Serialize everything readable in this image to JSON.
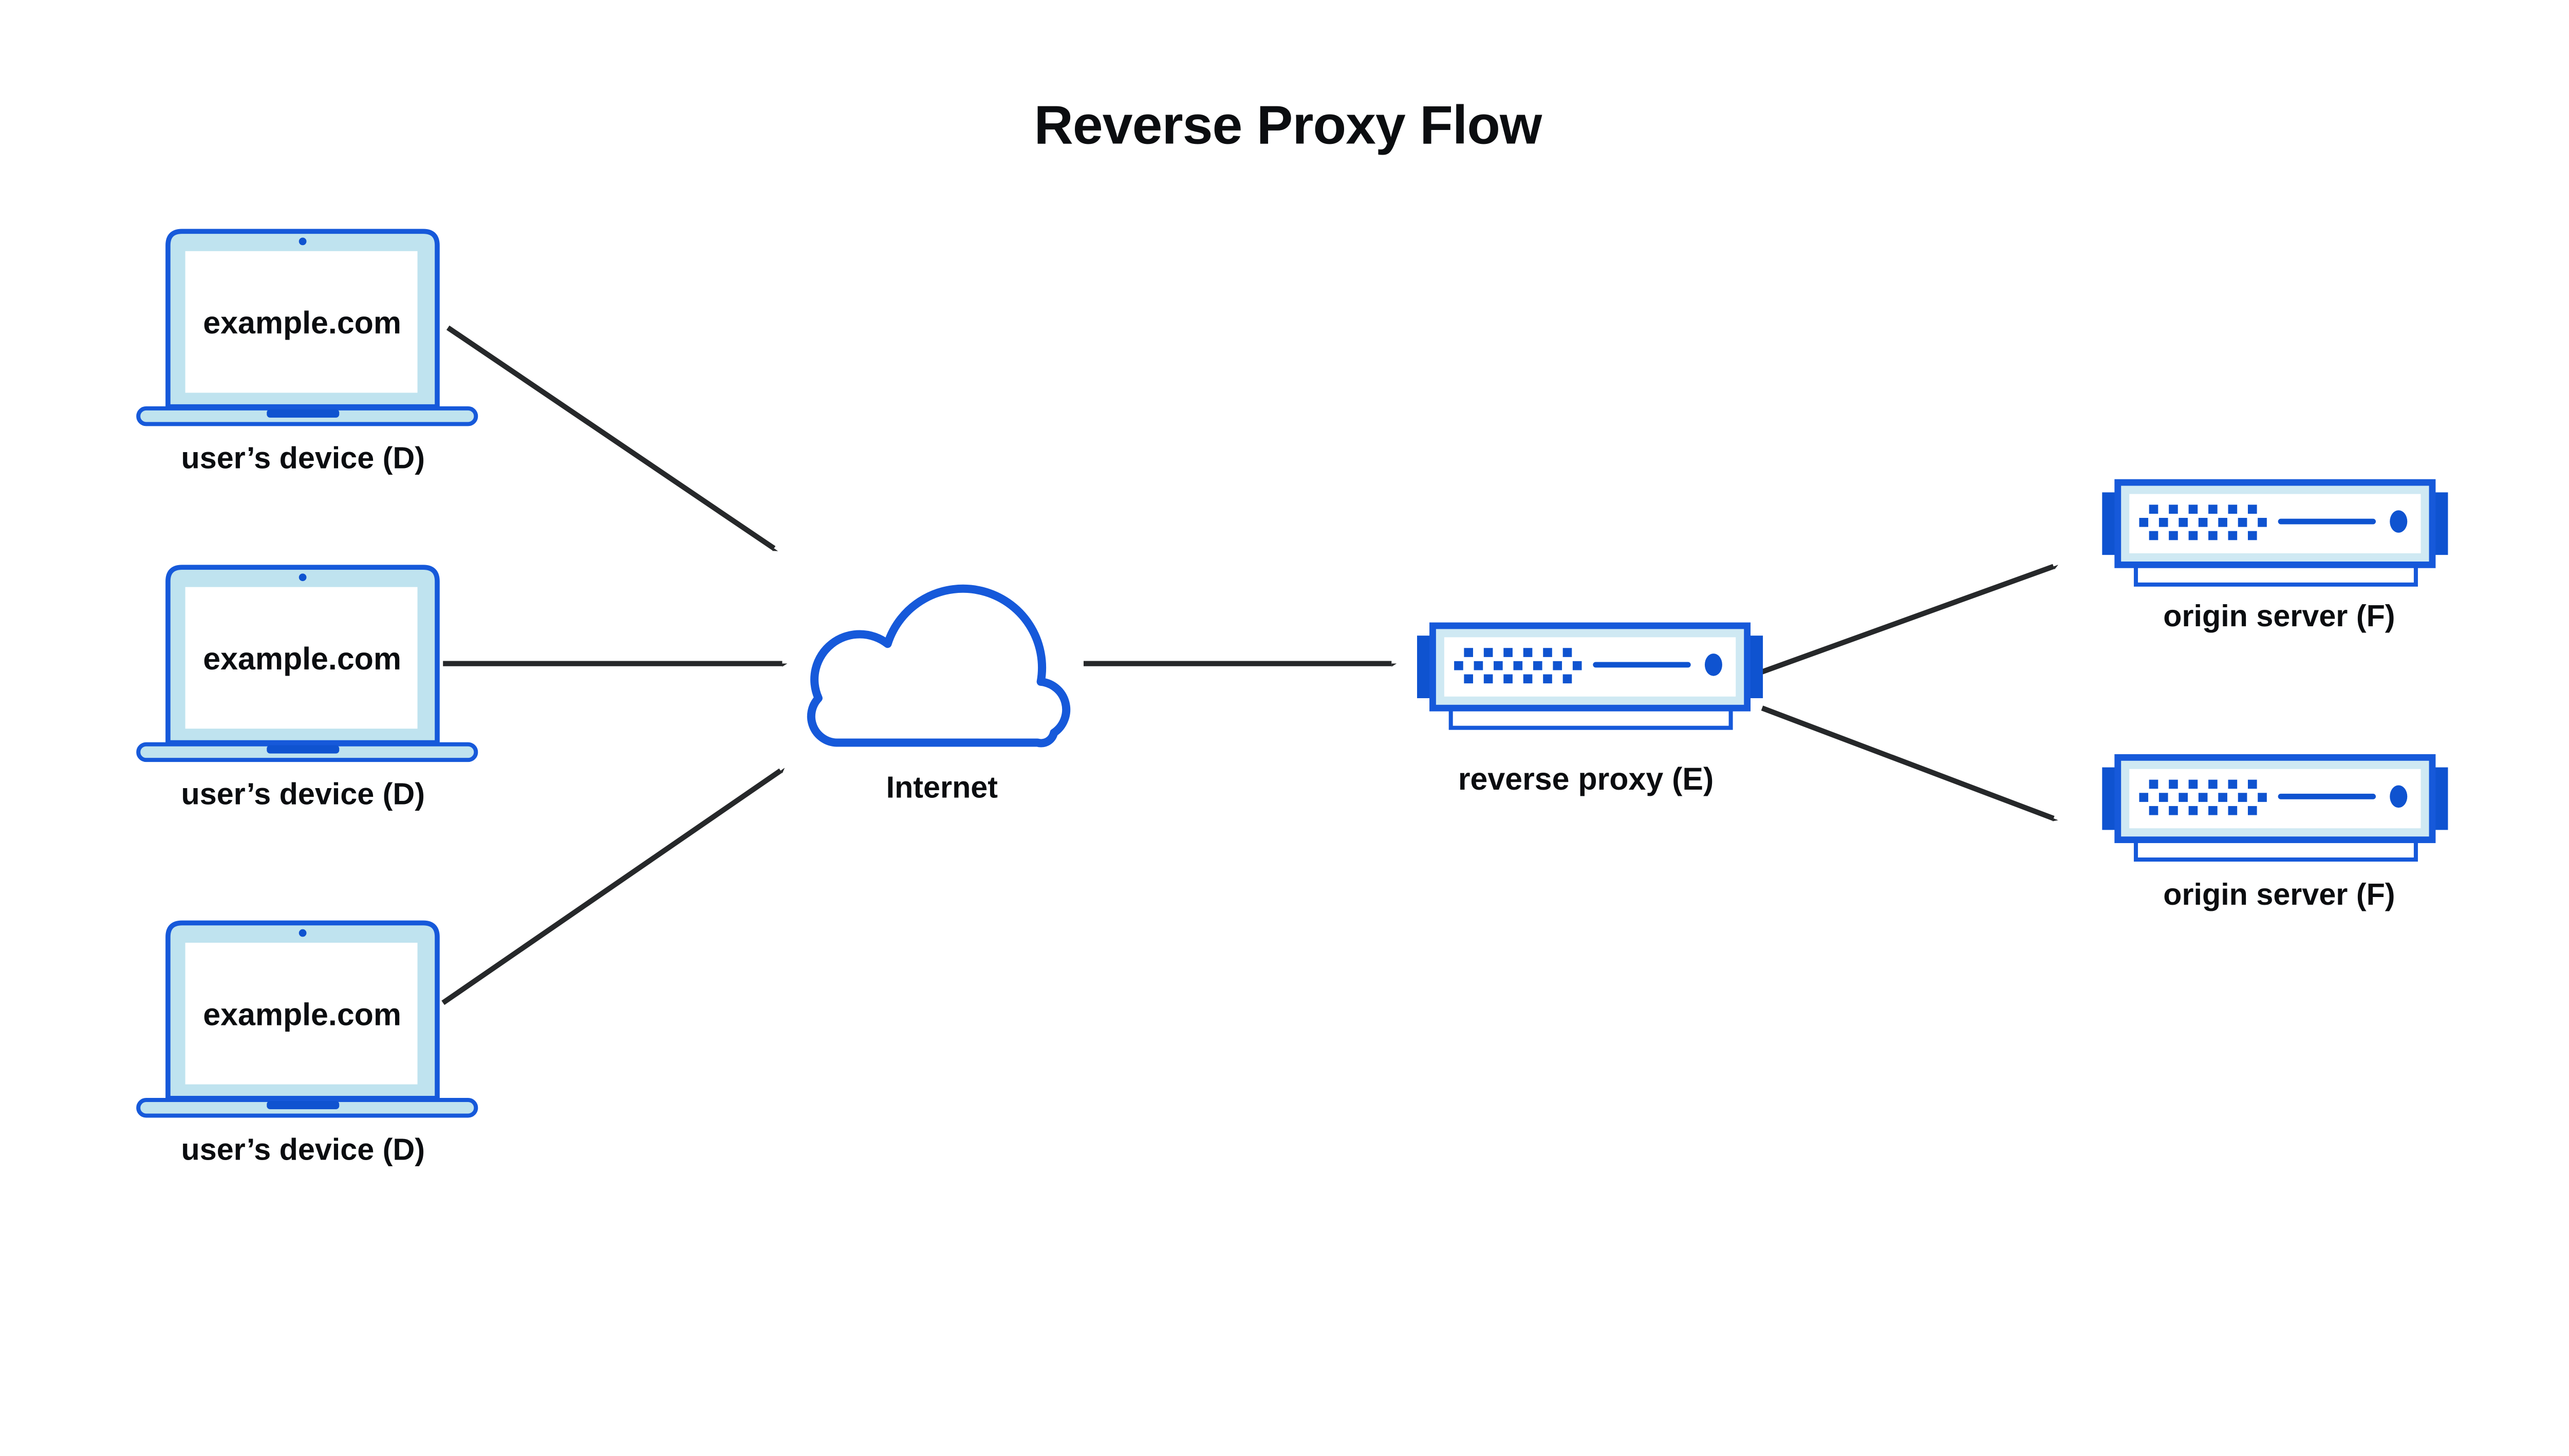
{
  "title": "Reverse Proxy Flow",
  "devices": [
    {
      "screen_text": "example.com",
      "label": "user’s device (D)"
    },
    {
      "screen_text": "example.com",
      "label": "user’s device (D)"
    },
    {
      "screen_text": "example.com",
      "label": "user’s device (D)"
    }
  ],
  "internet": {
    "label": "Internet"
  },
  "reverse_proxy": {
    "label": "reverse proxy (E)"
  },
  "origin_servers": [
    {
      "label": "origin server (F)"
    },
    {
      "label": "origin server (F)"
    }
  ],
  "colors": {
    "stroke_blue": "#1659DA",
    "solid_blue": "#0F53D0",
    "laptop_fill": "#BFE3EF",
    "server_band": "#CFE9F3",
    "arrow": "#26282A",
    "text": "#0B0D10",
    "background": "#FFFFFF"
  }
}
